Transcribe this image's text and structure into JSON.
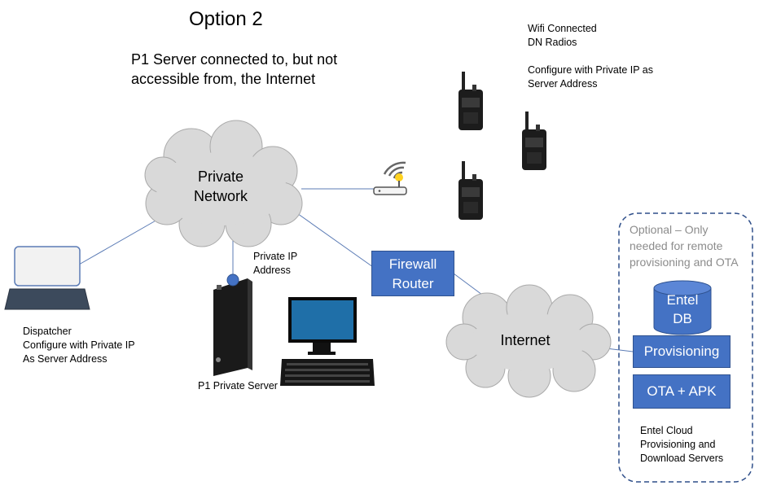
{
  "title": "Option 2",
  "subtitle": "P1 Server connected to, but not\naccessible from, the Internet",
  "wifi_note": "Wifi Connected\nDN Radios\n\nConfigure with Private IP as\nServer Address",
  "private_network_label": "Private\nNetwork",
  "internet_label": "Internet",
  "private_ip_label": "Private IP\nAddress",
  "dispatcher_label": "Dispatcher\nConfigure with Private IP\nAs Server Address",
  "p1_server_label": "P1 Private Server",
  "firewall_label": "Firewall\nRouter",
  "optional_label": "Optional – Only\nneeded for remote\nprovisioning and OTA",
  "db_label": "Entel\nDB",
  "provisioning_label": "Provisioning",
  "ota_label": "OTA + APK",
  "entel_cloud_label": "Entel Cloud\nProvisioning and\nDownload Servers",
  "colors": {
    "cloud_fill": "#d9d9d9",
    "cloud_stroke": "#aaaaaa",
    "box_fill": "#4472c4",
    "link_line": "#5b7bb5",
    "dashed_border": "#2f4f8a",
    "optional_text": "#8c8c8c"
  }
}
